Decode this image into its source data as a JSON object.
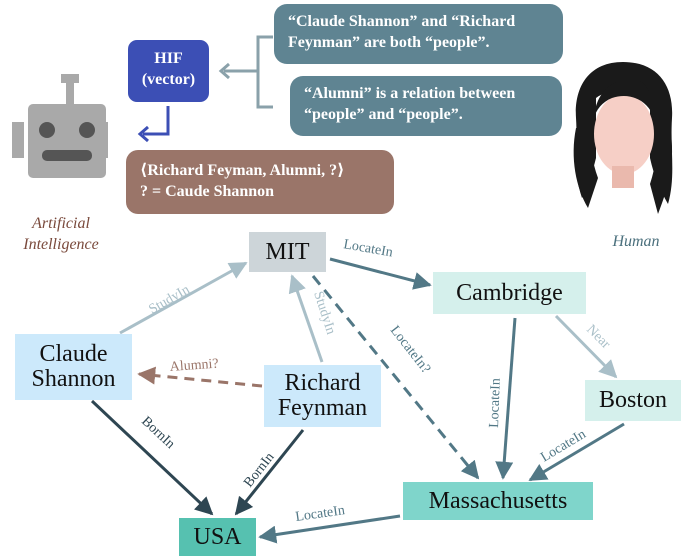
{
  "top": {
    "bubble_1": "“Claude Shannon” and “Richard\nFeynman” are both “people”.",
    "bubble_2": "“Alumni” is a relation between\n“people” and “people”.",
    "hif_box": "HIF\n(vector)",
    "triple_box": "⟨Richard Feyman, Alumni, ?⟩\n? = Caude Shannon",
    "ai_caption": "Artificial\nIntelligence",
    "human_caption": "Human"
  },
  "graph": {
    "nodes": {
      "mit": "MIT",
      "cambridge": "Cambridge",
      "claude": "Claude\nShannon",
      "richard": "Richard\nFeynman",
      "boston": "Boston",
      "massachusetts": "Massachusetts",
      "usa": "USA"
    },
    "edges": {
      "claude_mit": "StudyIn",
      "richard_mit": "StudyIn",
      "mit_cambridge": "LocateIn",
      "mit_mass": "LocateIn?",
      "cambridge_boston": "Near",
      "cambridge_mass": "LocateIn",
      "boston_mass": "LocateIn",
      "richard_claude": "Alumni?",
      "claude_usa": "BornIn",
      "richard_usa": "BornIn",
      "mass_usa": "LocateIn"
    }
  },
  "colors": {
    "bubble": "#5f8492",
    "hif": "#3c4fb5",
    "triple": "#9a7569",
    "ai_caption": "#7a4a3c",
    "human_caption": "#4a6f7c",
    "edge_light": "#a9bfc8",
    "edge_mid": "#527886",
    "edge_dark": "#2e4652",
    "edge_alumni": "#9a7569"
  },
  "icons": [
    "robot-icon",
    "human-head-icon"
  ]
}
